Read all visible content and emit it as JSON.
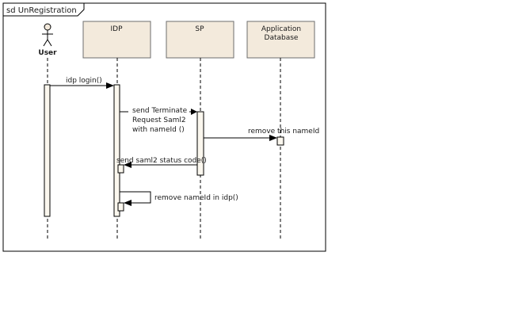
{
  "frame": {
    "title": "sd UnRegistration"
  },
  "participants": [
    {
      "id": "user",
      "kind": "actor",
      "label": "User"
    },
    {
      "id": "idp",
      "kind": "box",
      "label": "IDP"
    },
    {
      "id": "sp",
      "kind": "box",
      "label": "SP"
    },
    {
      "id": "db",
      "kind": "box",
      "label_lines": [
        "Application",
        "Database"
      ]
    }
  ],
  "messages": [
    {
      "id": "m1",
      "from": "user",
      "to": "idp",
      "label_lines": [
        "idp login()"
      ]
    },
    {
      "id": "m2",
      "from": "idp",
      "to": "sp",
      "label_lines": [
        "send Terminate",
        "Request Saml2",
        "with nameId ()"
      ]
    },
    {
      "id": "m3",
      "from": "sp",
      "to": "db",
      "label_lines": [
        "remove this nameId"
      ]
    },
    {
      "id": "m4",
      "from": "sp",
      "to": "idp",
      "label_lines": [
        "send saml2 status code()"
      ]
    },
    {
      "id": "m5",
      "from": "idp",
      "to": "idp",
      "self": true,
      "label_lines": [
        "remove nameId in idp()"
      ]
    }
  ],
  "colors": {
    "frame_border": "#000000",
    "box_fill": "#f3eadc",
    "box_border": "#6e6e6e",
    "activation_fill": "#fbf7ee",
    "line": "#000000"
  }
}
